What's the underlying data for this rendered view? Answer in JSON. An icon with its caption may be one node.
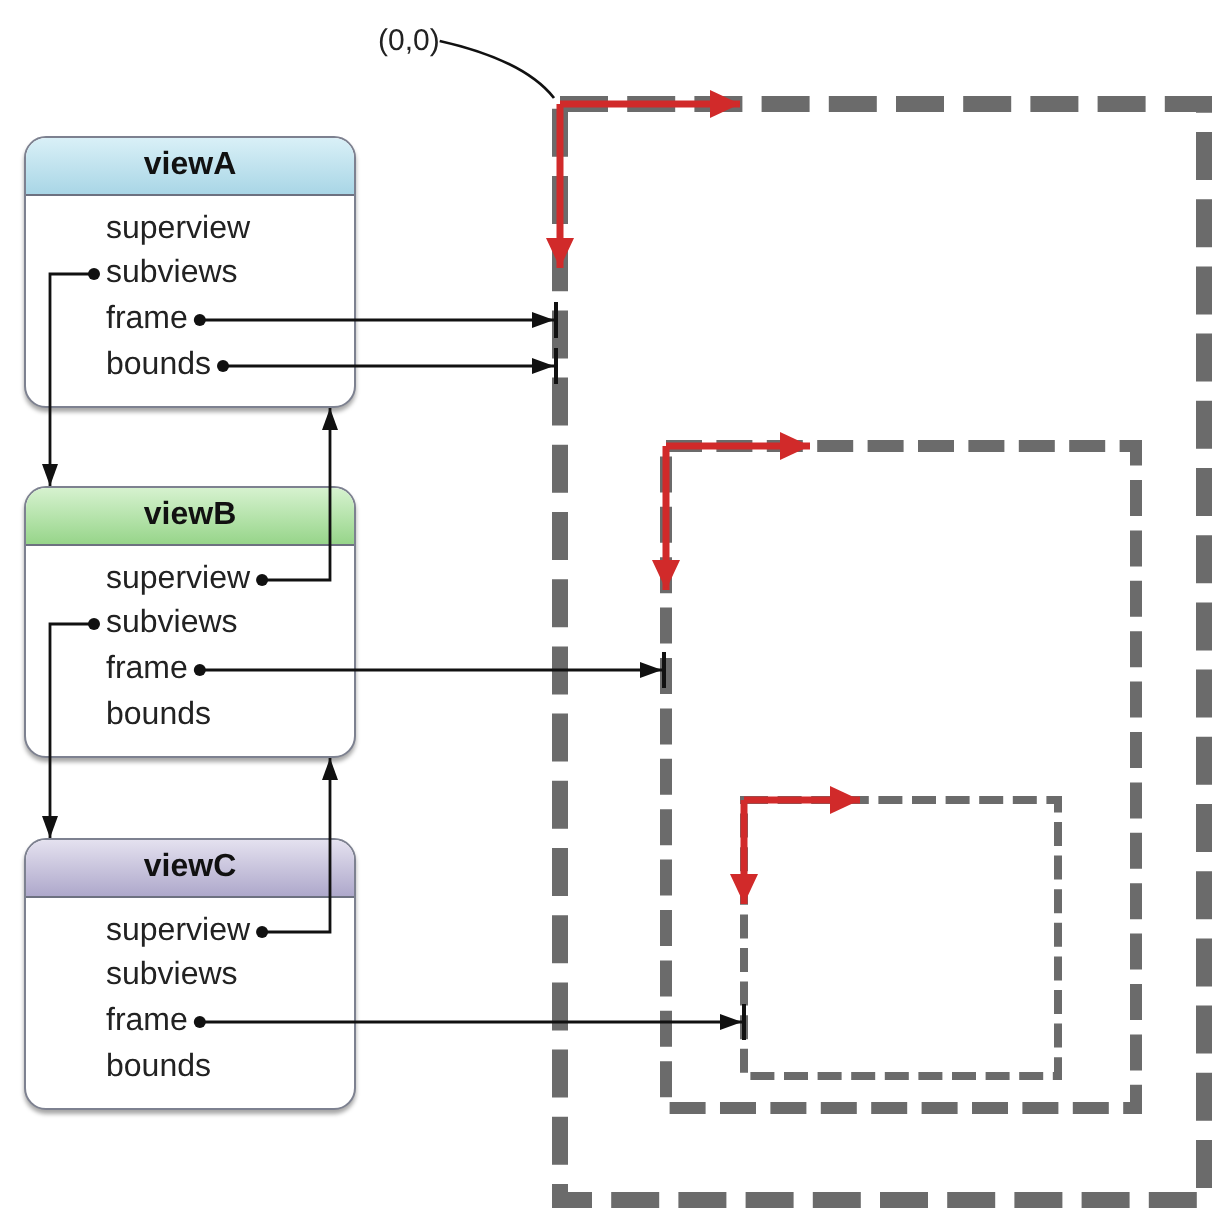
{
  "diagram": {
    "nodes": [
      {
        "text": [
          "viewA"
        ]
      },
      {
        "text": [
          "superview"
        ],
        "in": 0
      },
      {
        "text": [
          "subviews"
        ],
        "in": 0
      },
      {
        "text": [
          "frame"
        ],
        "in": 0
      },
      {
        "text": [
          "bounds"
        ],
        "in": 0
      },
      {
        "text": [
          "viewB"
        ]
      },
      {
        "text": [
          "superview"
        ],
        "in": 5
      },
      {
        "text": [
          "subviews"
        ],
        "in": 5
      },
      {
        "text": [
          "frame"
        ],
        "in": 5
      },
      {
        "text": [
          "bounds"
        ],
        "in": 5
      },
      {
        "text": [
          "viewC"
        ]
      },
      {
        "text": [
          "superview"
        ],
        "in": 10
      },
      {
        "text": [
          "subviews"
        ],
        "in": 10
      },
      {
        "text": [
          "frame"
        ],
        "in": 10
      },
      {
        "text": [
          "bounds"
        ],
        "in": 10
      },
      {
        "text": [
          "(0,0)"
        ]
      },
      {
        "text": [],
        "shape": "box"
      },
      {
        "text": [],
        "shape": "box",
        "in": 16
      },
      {
        "text": [],
        "shape": "box",
        "in": 17
      }
    ],
    "edges": [
      {
        "from": 2,
        "to": 5,
        "arrow": "to"
      },
      {
        "from": 3,
        "to": 16,
        "arrow": "to"
      },
      {
        "from": 4,
        "to": 16,
        "arrow": "to"
      },
      {
        "from": 6,
        "to": 0,
        "arrow": "to"
      },
      {
        "from": 7,
        "to": 10,
        "arrow": "to"
      },
      {
        "from": 8,
        "to": 17,
        "arrow": "to"
      },
      {
        "from": 11,
        "to": 5,
        "arrow": "to"
      },
      {
        "from": 13,
        "to": 18,
        "arrow": "to"
      },
      {
        "from": 15,
        "to": 16,
        "arrow": "none"
      }
    ]
  }
}
